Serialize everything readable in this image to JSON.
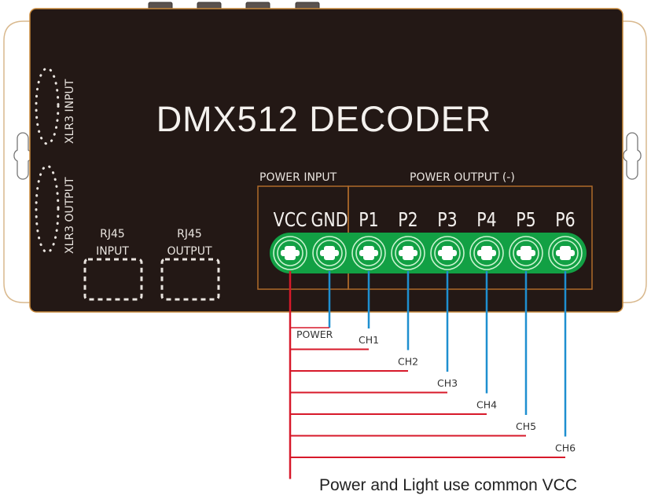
{
  "device": {
    "title": "DMX512 DECODER",
    "ports": {
      "xlr_input": "XLR3 INPUT",
      "xlr_output": "XLR3 OUTPUT",
      "rj45_input": {
        "line1": "RJ45",
        "line2": "INPUT"
      },
      "rj45_output": {
        "line1": "RJ45",
        "line2": "OUTPUT"
      }
    },
    "sections": {
      "power_input": "POWER INPUT",
      "power_output": "POWER OUTPUT (-)"
    },
    "terminals": [
      {
        "id": "vcc",
        "label": "VCC",
        "wire_color": "red"
      },
      {
        "id": "gnd",
        "label": "GND",
        "wire_color": "blue"
      },
      {
        "id": "p1",
        "label": "P1",
        "wire_color": "blue"
      },
      {
        "id": "p2",
        "label": "P2",
        "wire_color": "blue"
      },
      {
        "id": "p3",
        "label": "P3",
        "wire_color": "blue"
      },
      {
        "id": "p4",
        "label": "P4",
        "wire_color": "blue"
      },
      {
        "id": "p5",
        "label": "P5",
        "wire_color": "blue"
      },
      {
        "id": "p6",
        "label": "P6",
        "wire_color": "blue"
      }
    ]
  },
  "wiring": {
    "loads": [
      {
        "label": "POWER",
        "terminal": "gnd"
      },
      {
        "label": "CH1",
        "terminal": "p1"
      },
      {
        "label": "CH2",
        "terminal": "p2"
      },
      {
        "label": "CH3",
        "terminal": "p3"
      },
      {
        "label": "CH4",
        "terminal": "p4"
      },
      {
        "label": "CH5",
        "terminal": "p5"
      },
      {
        "label": "CH6",
        "terminal": "p6"
      }
    ]
  },
  "caption": "Power and Light use common VCC",
  "colors": {
    "body": "#231815",
    "body_outline": "#c98a3c",
    "ear_outline": "#d9b98e",
    "terminal_strip": "#12a044",
    "terminal_ring": "#c9f3cf",
    "vcc_wire": "#d7192a",
    "signal_wire": "#1e8fd0",
    "frame": "#b06a2a"
  }
}
